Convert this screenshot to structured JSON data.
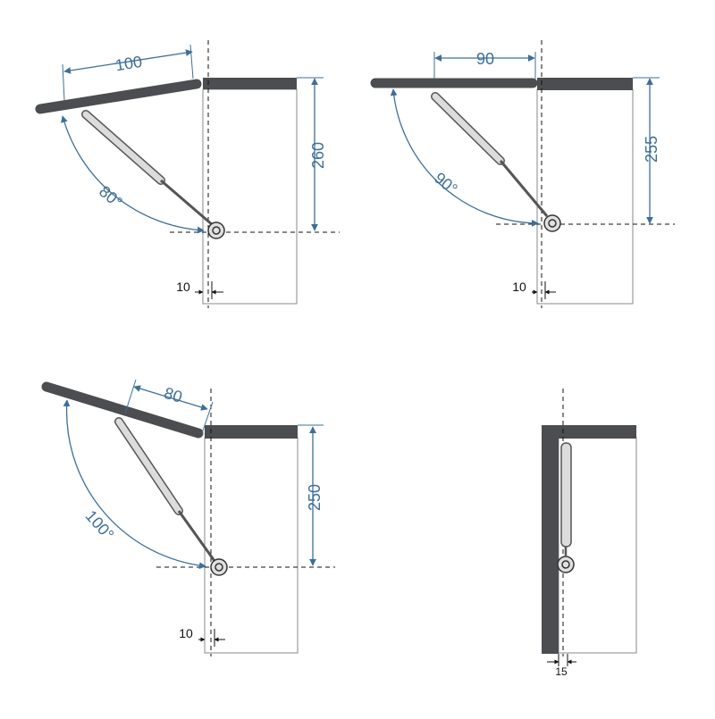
{
  "colors": {
    "panel": "#4b4d51",
    "dimension_blue": "#3d6f97",
    "line_black": "#111111",
    "cabinet_outline": "#8a8a8a",
    "strut_body": "#d9d9d9"
  },
  "diagrams": [
    {
      "name": "opening-80-degrees",
      "lid_length": "100",
      "height": "260",
      "angle": "80°",
      "offset": "10"
    },
    {
      "name": "opening-90-degrees",
      "lid_length": "90",
      "height": "255",
      "angle": "90°",
      "offset": "10"
    },
    {
      "name": "opening-100-degrees",
      "lid_length": "80",
      "height": "250",
      "angle": "100°",
      "offset": "10"
    },
    {
      "name": "closed-side-view",
      "offset": "15"
    }
  ]
}
